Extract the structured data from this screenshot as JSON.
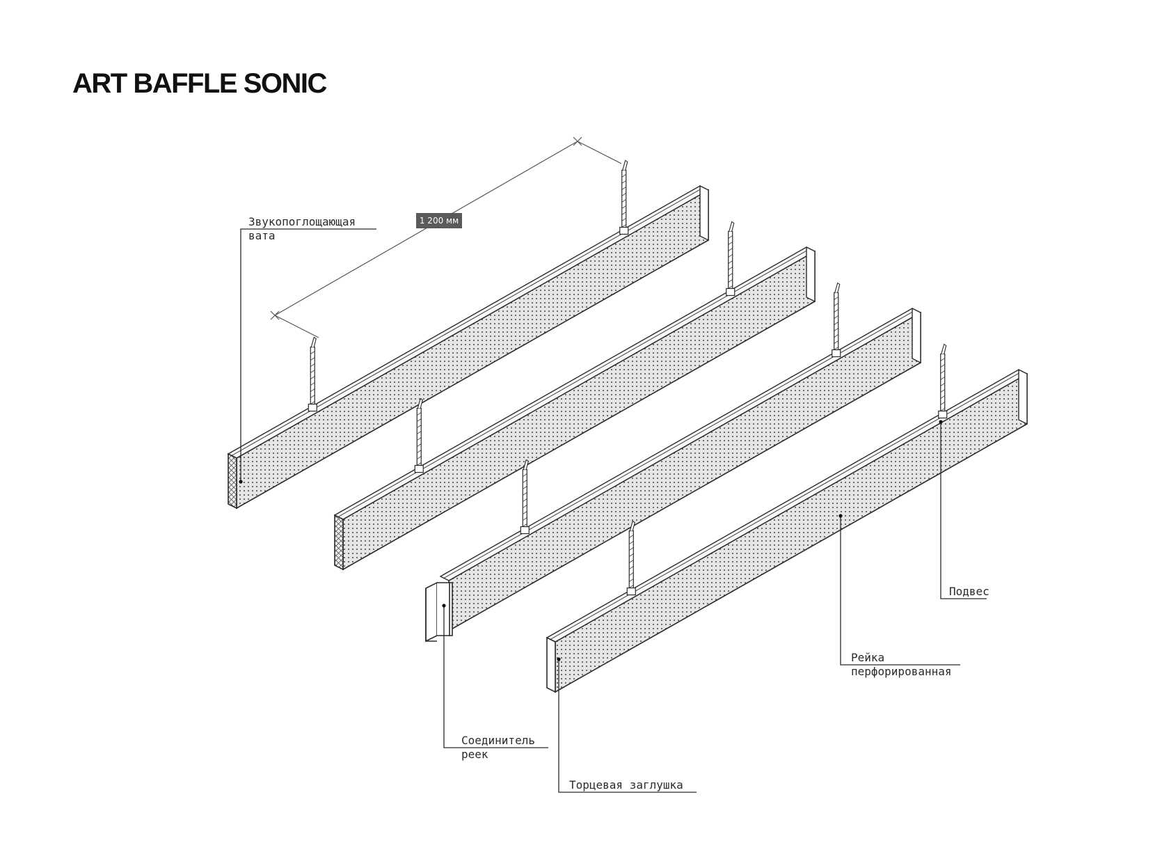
{
  "title": "ART BAFFLE SONIC",
  "dimension": {
    "text": "1 200 мм"
  },
  "labels": {
    "wool": [
      "Звукопоглощающая",
      "вата"
    ],
    "hanger": [
      "Подвес"
    ],
    "rail": [
      "Рейка",
      "перфорированная"
    ],
    "connector": [
      "Соединитель",
      "реек"
    ],
    "endcap": [
      "Торцевая заглушка"
    ]
  },
  "colors": {
    "line": "#2a2a2a",
    "panel": "#e4e4e4",
    "dim_badge": "#5a5a5a"
  }
}
